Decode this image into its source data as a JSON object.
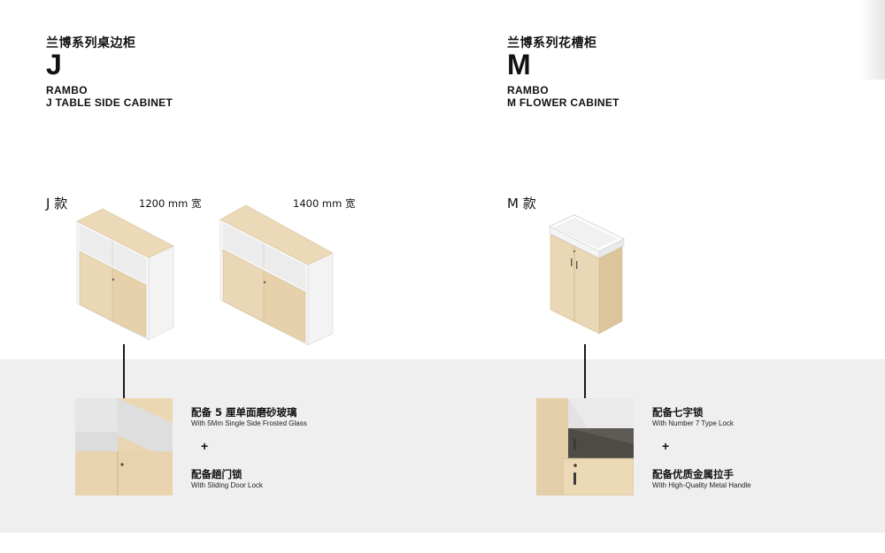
{
  "left": {
    "cn_title": "兰博系列桌边柜",
    "letter": "J",
    "en_line1": "RAMBO",
    "en_line2": "J TABLE SIDE CABINET",
    "variant": "J 款",
    "sizes": [
      "1200 mm 宽",
      "1400 mm 宽"
    ],
    "feature1_cn": "配备 5 厘单面磨砂玻璃",
    "feature1_en": "With 5Mm Single Side Frosted Glass",
    "plus": "+",
    "feature2_cn": "配备趟门锁",
    "feature2_en": "With Sliding Door Lock"
  },
  "right": {
    "cn_title": "兰博系列花槽柜",
    "letter": "M",
    "en_line1": "RAMBO",
    "en_line2": "M FLOWER CABINET",
    "variant": "M 款",
    "feature1_cn": "配备七字锁",
    "feature1_en": "With Number 7 Type Lock",
    "plus": "+",
    "feature2_cn": "配备优质金属拉手",
    "feature2_en": "With High-Quality Metal Handle"
  },
  "colors": {
    "wood": "#ead7b5",
    "wood_dark": "#dcc59c",
    "white_panel": "#f4f4f4",
    "band": "#efefef"
  }
}
